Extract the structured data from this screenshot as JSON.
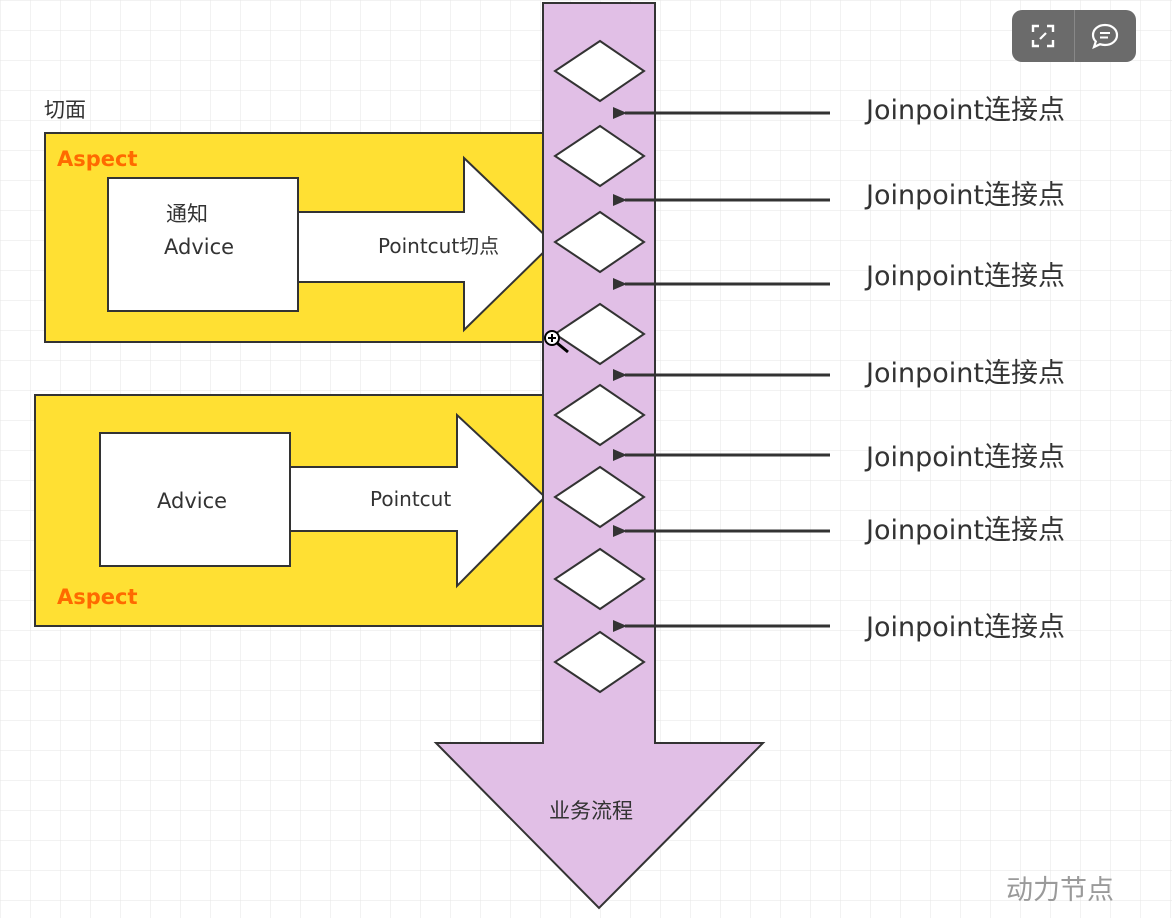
{
  "diagram": {
    "aspect_group_label": "切面",
    "aspect1": {
      "label": "Aspect",
      "advice_line1": "通知",
      "advice_line2": "Advice",
      "pointcut": "Pointcut切点"
    },
    "aspect2": {
      "label": "Aspect",
      "advice": "Advice",
      "pointcut": "Pointcut"
    },
    "flow_label": "业务流程",
    "joinpoints": [
      "Joinpoint连接点",
      "Joinpoint连接点",
      "Joinpoint连接点",
      "Joinpoint连接点",
      "Joinpoint连接点",
      "Joinpoint连接点",
      "Joinpoint连接点"
    ]
  },
  "watermark": "动力节点",
  "toolbar": {
    "fullscreen_icon": "expand-icon",
    "comment_icon": "comment-icon"
  },
  "colors": {
    "aspect_fill": "#ffe033",
    "aspect_label": "#ff6a00",
    "flow_fill": "#e1bfe6",
    "grid": "#e6e6e6",
    "stroke": "#333333"
  }
}
